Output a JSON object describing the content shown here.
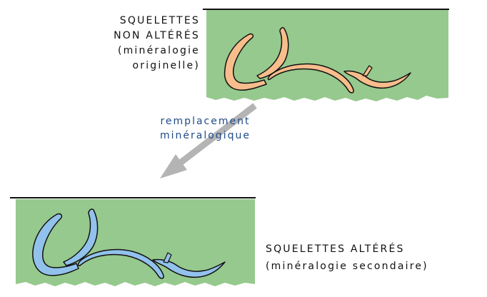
{
  "top_label": {
    "line1": "SQUELETTES",
    "line2": "NON ALTÉRÉS",
    "line3": "(minéralogie",
    "line4": "originelle)"
  },
  "arrow_label": {
    "line1": "remplacement",
    "line2": "minéralogique"
  },
  "bottom_label": {
    "line1": "SQUELETTES ALTÉRÉS",
    "line2": "(minéralogie secondaire)"
  },
  "colors": {
    "sediment": "#96c98d",
    "shell_original": "#f8bd8d",
    "shell_altered": "#92c2ec",
    "outline": "#111111",
    "arrow": "#b4b4b4",
    "arrow_label": "#1f4a86"
  }
}
